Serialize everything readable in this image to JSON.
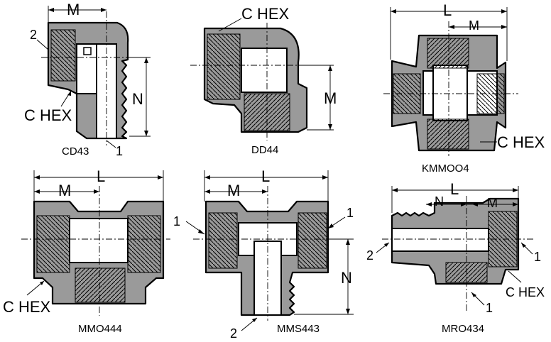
{
  "figures": [
    {
      "id": "cd43",
      "caption": "CD43",
      "labels": {
        "m": "M",
        "n": "N",
        "c_hex": "C HEX",
        "port1": "1",
        "port2": "2"
      }
    },
    {
      "id": "dd44",
      "caption": "DD44",
      "labels": {
        "c_hex": "C HEX",
        "m": "M"
      }
    },
    {
      "id": "kmmoo4",
      "caption": "KMMOO4",
      "labels": {
        "l": "L",
        "m": "M",
        "c_hex": "C HEX"
      }
    },
    {
      "id": "mmo444",
      "caption": "MMO444",
      "labels": {
        "l": "L",
        "m": "M",
        "c_hex": "C HEX"
      }
    },
    {
      "id": "mms443",
      "caption": "MMS443",
      "labels": {
        "l": "L",
        "m": "M",
        "n": "N",
        "port1a": "1",
        "port1b": "1",
        "port2": "2"
      }
    },
    {
      "id": "mro434",
      "caption": "MRO434",
      "labels": {
        "l": "L",
        "n": "N",
        "m": "M",
        "port2": "2",
        "port1a": "1",
        "port1b": "1",
        "c_hex": "C HEX"
      }
    }
  ]
}
